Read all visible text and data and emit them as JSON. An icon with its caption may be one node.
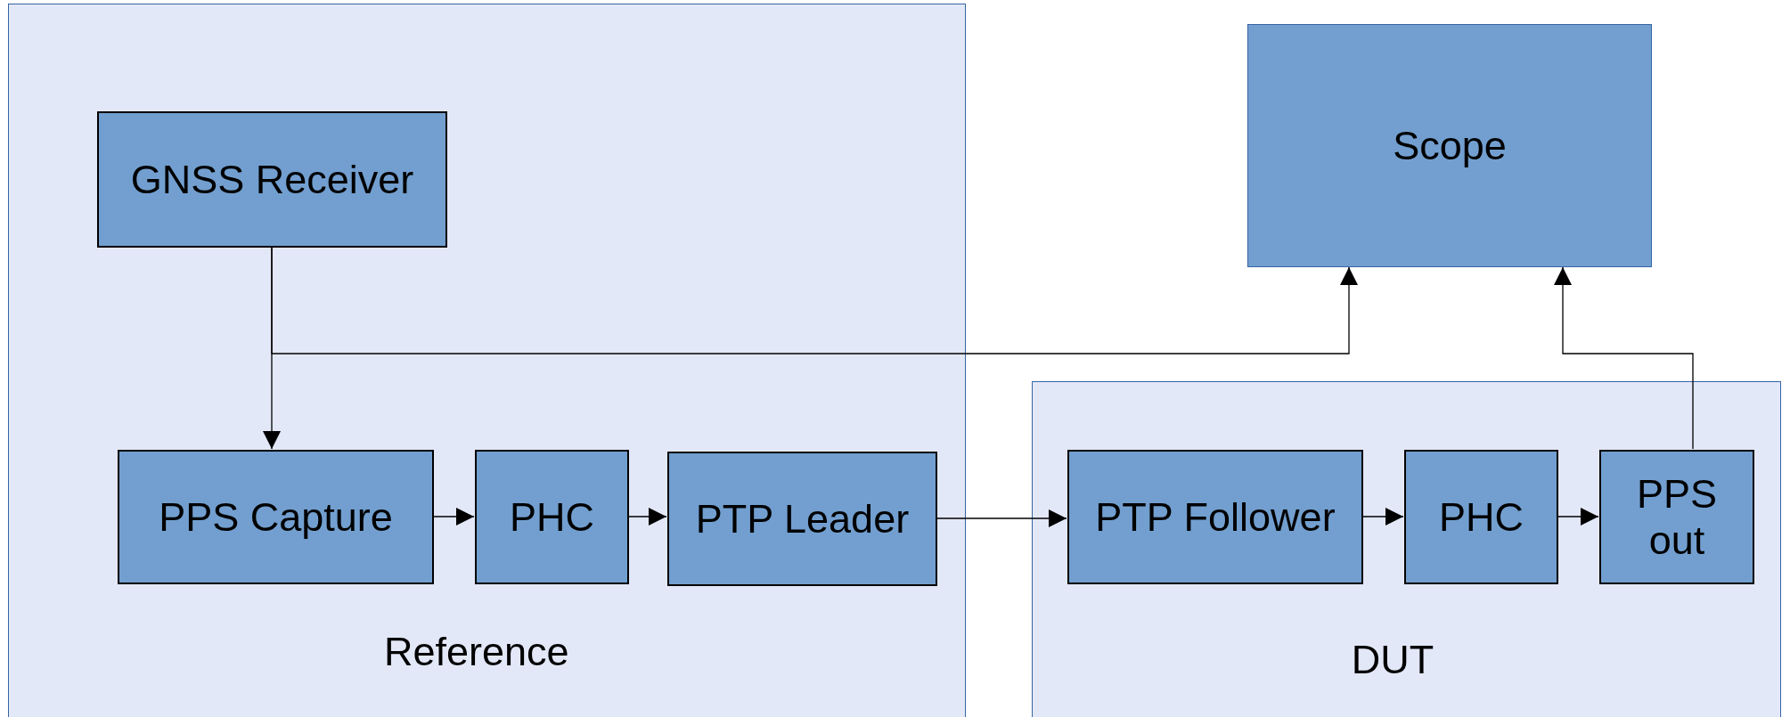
{
  "diagram": {
    "nodes": [
      {
        "text": [
          "Reference"
        ]
      },
      {
        "text": [
          "GNSS Receiver"
        ],
        "in": 0
      },
      {
        "text": [
          "PPS Capture"
        ],
        "in": 0
      },
      {
        "text": [
          "PHC"
        ],
        "in": 0
      },
      {
        "text": [
          "PTP Leader"
        ],
        "in": 0
      },
      {
        "text": [
          "Scope"
        ]
      },
      {
        "text": [
          "DUT"
        ]
      },
      {
        "text": [
          "PTP Follower"
        ],
        "in": 6
      },
      {
        "text": [
          "PHC"
        ],
        "in": 6
      },
      {
        "text": [
          "PPS out"
        ],
        "in": 6
      }
    ],
    "edges": [
      {
        "from": 1,
        "to": 2,
        "arrow": "to"
      },
      {
        "from": 1,
        "to": 5,
        "arrow": "to"
      },
      {
        "from": 2,
        "to": 3,
        "arrow": "to"
      },
      {
        "from": 3,
        "to": 4,
        "arrow": "to"
      },
      {
        "from": 4,
        "to": 7,
        "arrow": "to"
      },
      {
        "from": 7,
        "to": 8,
        "arrow": "to"
      },
      {
        "from": 8,
        "to": 9,
        "arrow": "to"
      },
      {
        "from": 9,
        "to": 5,
        "arrow": "to"
      }
    ]
  }
}
